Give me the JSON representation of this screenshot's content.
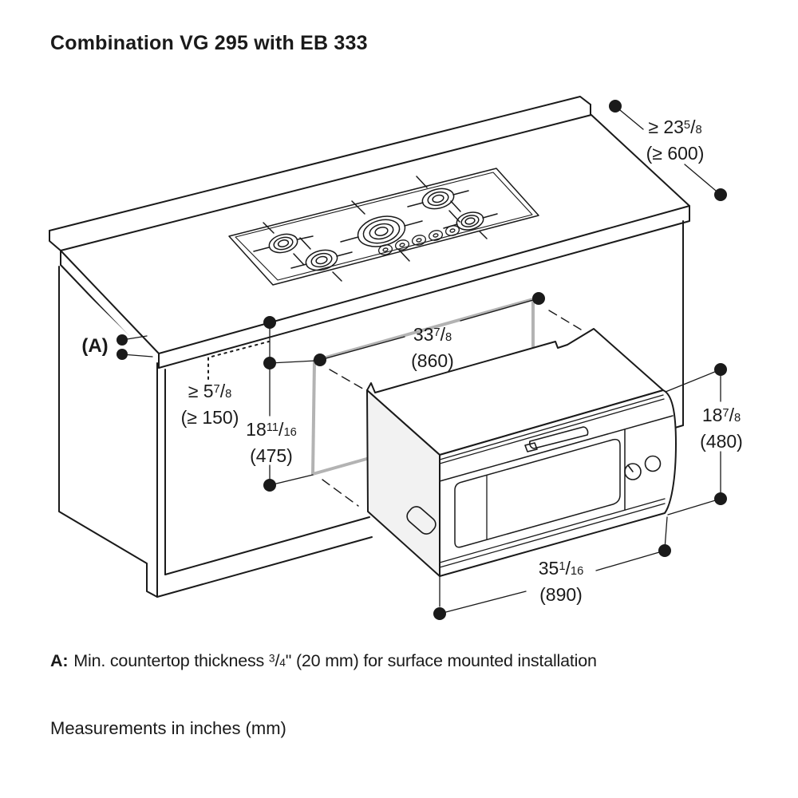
{
  "title": "Combination VG 295 with EB 333",
  "units_note": "Measurements in inches (mm)",
  "fraction_slash": "/",
  "footnote": {
    "label": "A:",
    "before_fraction": "Min. countertop thickness ",
    "fraction_numerator": "3",
    "fraction_denominator": "4",
    "after_fraction": "\" (20 mm) for surface mounted installation"
  },
  "dimensions": {
    "countertop_depth": {
      "inches_whole": "≥ 23",
      "inches_numerator": "5",
      "inches_denominator": "8",
      "mm": "(≥ 600)"
    },
    "front_clearance": {
      "inches_whole": "≥ 5",
      "inches_numerator": "7",
      "inches_denominator": "8",
      "mm": "(≥ 150)"
    },
    "niche_width": {
      "inches_whole": "33",
      "inches_numerator": "7",
      "inches_denominator": "8",
      "mm": "(860)"
    },
    "niche_height": {
      "inches_whole": "18",
      "inches_numerator": "11",
      "inches_denominator": "16",
      "mm": "(475)"
    },
    "appliance_height": {
      "inches_whole": "18",
      "inches_numerator": "7",
      "inches_denominator": "8",
      "mm": "(480)"
    },
    "appliance_width": {
      "inches_whole": "35",
      "inches_numerator": "1",
      "inches_denominator": "16",
      "mm": "(890)"
    },
    "countertop_thickness_marker": "(A)"
  },
  "colors": {
    "line": "#1a1a1a",
    "niche_highlight": "#b3b3b3",
    "oven_side_shade": "#f2f2f2",
    "background": "#ffffff"
  }
}
